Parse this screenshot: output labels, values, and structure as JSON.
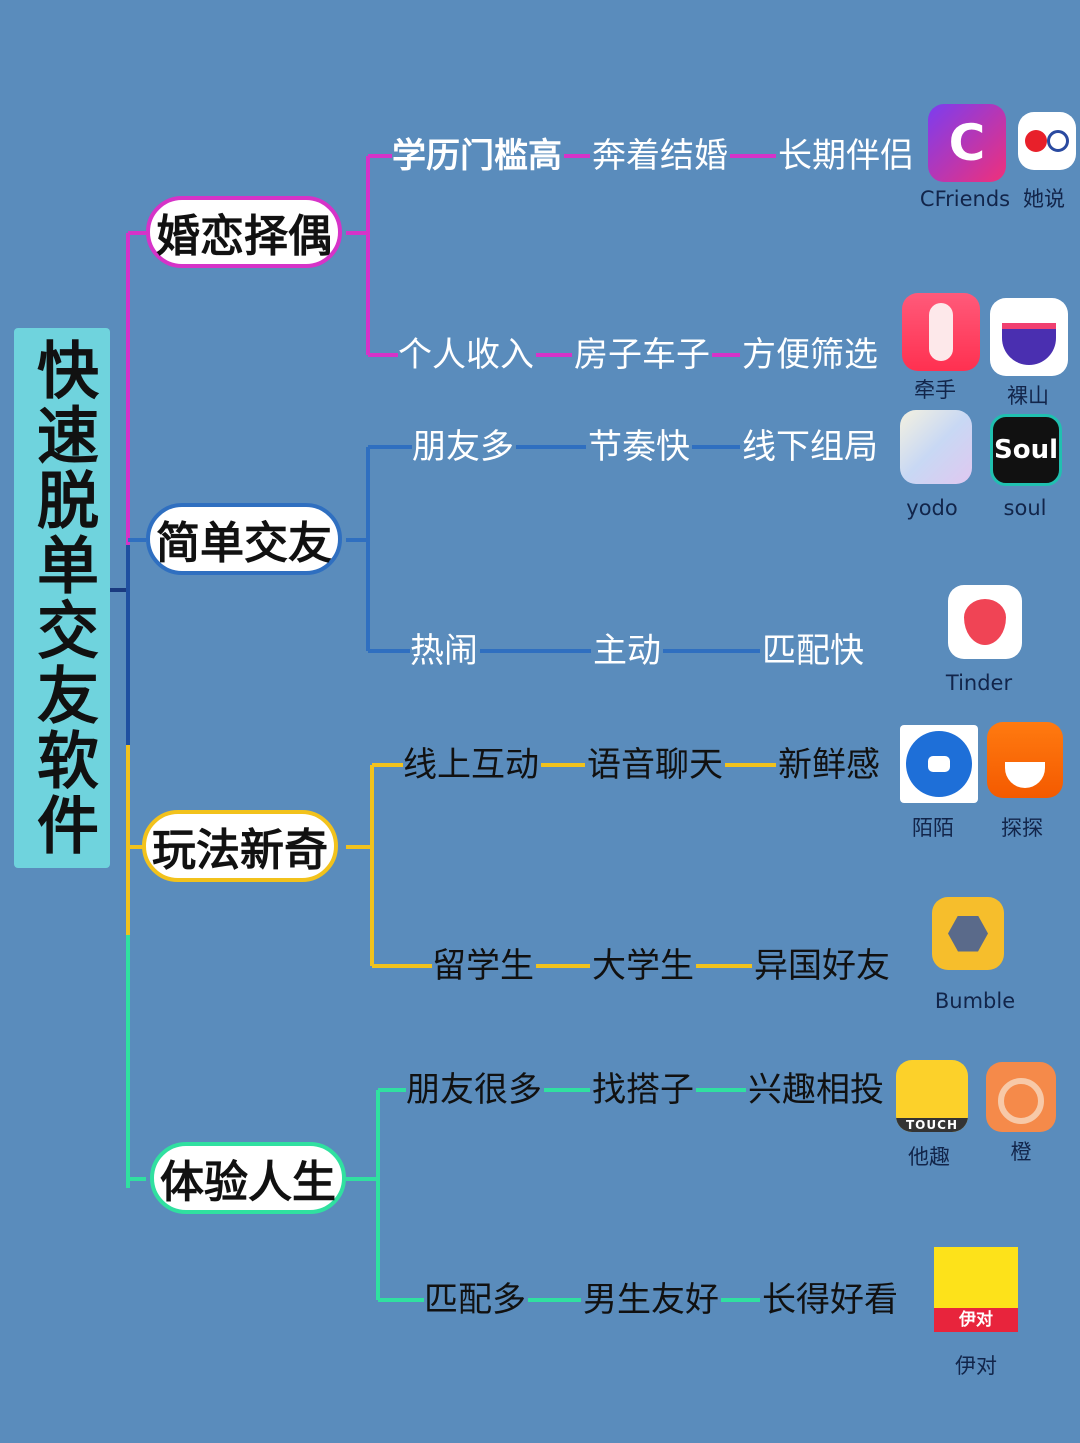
{
  "root": {
    "title": "快速脱单交友软件"
  },
  "colors": {
    "background": "#5a8cbc",
    "root": "#6fd3dd",
    "branch1": "#d633c8",
    "branch2": "#2f6fc0",
    "branch3": "#f2c21c",
    "branch4": "#30e0a0"
  },
  "branches": [
    {
      "label": "婚恋择偶",
      "rows": [
        {
          "items": [
            "学历门槛高",
            "奔着结婚",
            "长期伴侣"
          ],
          "apps": [
            {
              "name": "CFriends",
              "icon": "cfriends-icon"
            },
            {
              "name": "她说",
              "icon": "tashuo-icon"
            }
          ]
        },
        {
          "items": [
            "个人收入",
            "房子车子",
            "方便筛选"
          ],
          "apps": [
            {
              "name": "牵手",
              "icon": "qianshou-icon"
            },
            {
              "name": "裸山",
              "icon": "luoshan-icon"
            }
          ]
        }
      ]
    },
    {
      "label": "简单交友",
      "rows": [
        {
          "items": [
            "朋友多",
            "节奏快",
            "线下组局"
          ],
          "apps": [
            {
              "name": "yodo",
              "icon": "yodo-icon"
            },
            {
              "name": "soul",
              "icon": "soul-icon",
              "glyph": "Soul"
            }
          ]
        },
        {
          "items": [
            "热闹",
            "主动",
            "匹配快"
          ],
          "apps": [
            {
              "name": "Tinder",
              "icon": "tinder-icon"
            }
          ]
        }
      ]
    },
    {
      "label": "玩法新奇",
      "rows": [
        {
          "items": [
            "线上互动",
            "语音聊天",
            "新鲜感"
          ],
          "apps": [
            {
              "name": "陌陌",
              "icon": "momo-icon"
            },
            {
              "name": "探探",
              "icon": "tantan-icon"
            }
          ]
        },
        {
          "items": [
            "留学生",
            "大学生",
            "异国好友"
          ],
          "apps": [
            {
              "name": "Bumble",
              "icon": "bumble-icon"
            }
          ]
        }
      ]
    },
    {
      "label": "体验人生",
      "rows": [
        {
          "items": [
            "朋友很多",
            "找搭子",
            "兴趣相投"
          ],
          "apps": [
            {
              "name": "他趣",
              "icon": "taqu-icon",
              "glyph": "TOUCH"
            },
            {
              "name": "橙",
              "icon": "cheng-icon"
            }
          ]
        },
        {
          "items": [
            "匹配多",
            "男生友好",
            "长得好看"
          ],
          "apps": [
            {
              "name": "伊对",
              "icon": "yidui-icon",
              "glyph": "伊对"
            }
          ]
        }
      ]
    }
  ]
}
